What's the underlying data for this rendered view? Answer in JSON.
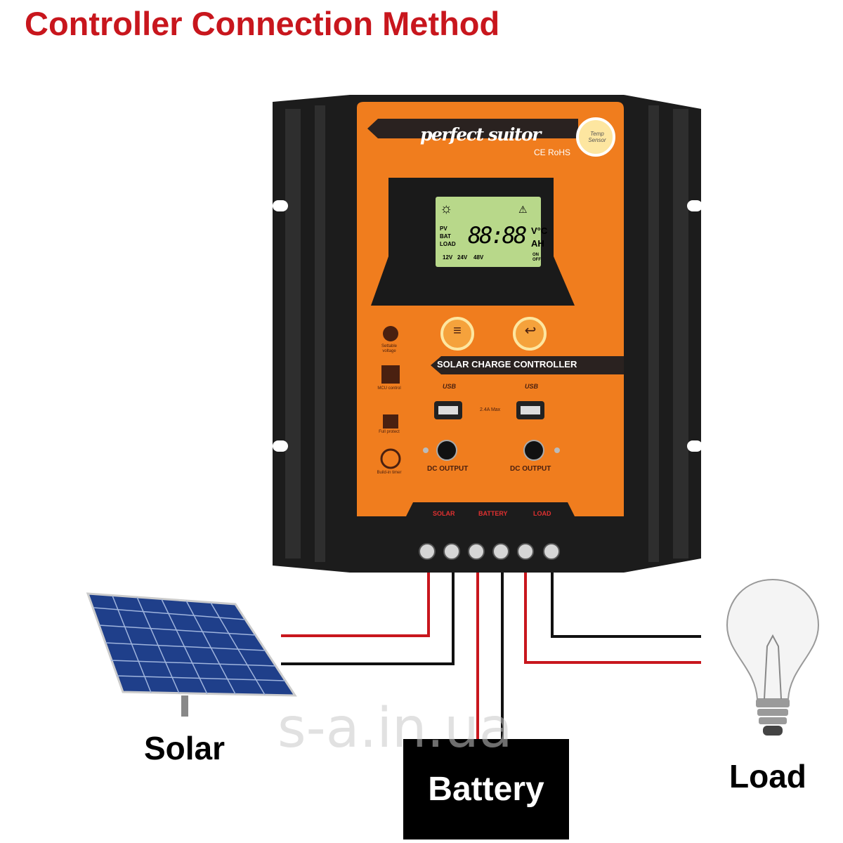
{
  "title": "Controller Connection Method",
  "brand": {
    "name": "perfect suitor",
    "certs": "CE RoHS",
    "sensor": "Temp Sensor"
  },
  "lcd": {
    "pv": "PV",
    "bat": "BAT",
    "load": "LOAD",
    "digits": "88:88",
    "unit1": "V°C",
    "unit2": "AH",
    "volts": [
      "12V",
      "24V",
      "48V"
    ],
    "onoff": "ON OFF"
  },
  "device_label": "SOLAR CHARGE CONTROLLER",
  "usb": {
    "label": "USB",
    "max": "2.4A Max"
  },
  "dc_output": "DC OUTPUT",
  "features": [
    "Settable voltage",
    "MCU control",
    "Full protect",
    "Build-in timer"
  ],
  "terminals": [
    "SOLAR",
    "BATTERY",
    "LOAD"
  ],
  "labels": {
    "solar": "Solar",
    "battery": "Battery",
    "load": "Load"
  },
  "watermark": "s-a.in.ua",
  "colors": {
    "orange": "#f07d1e",
    "red": "#c8161d",
    "lcd": "#b8d88a",
    "housing": "#1a1a1a"
  }
}
